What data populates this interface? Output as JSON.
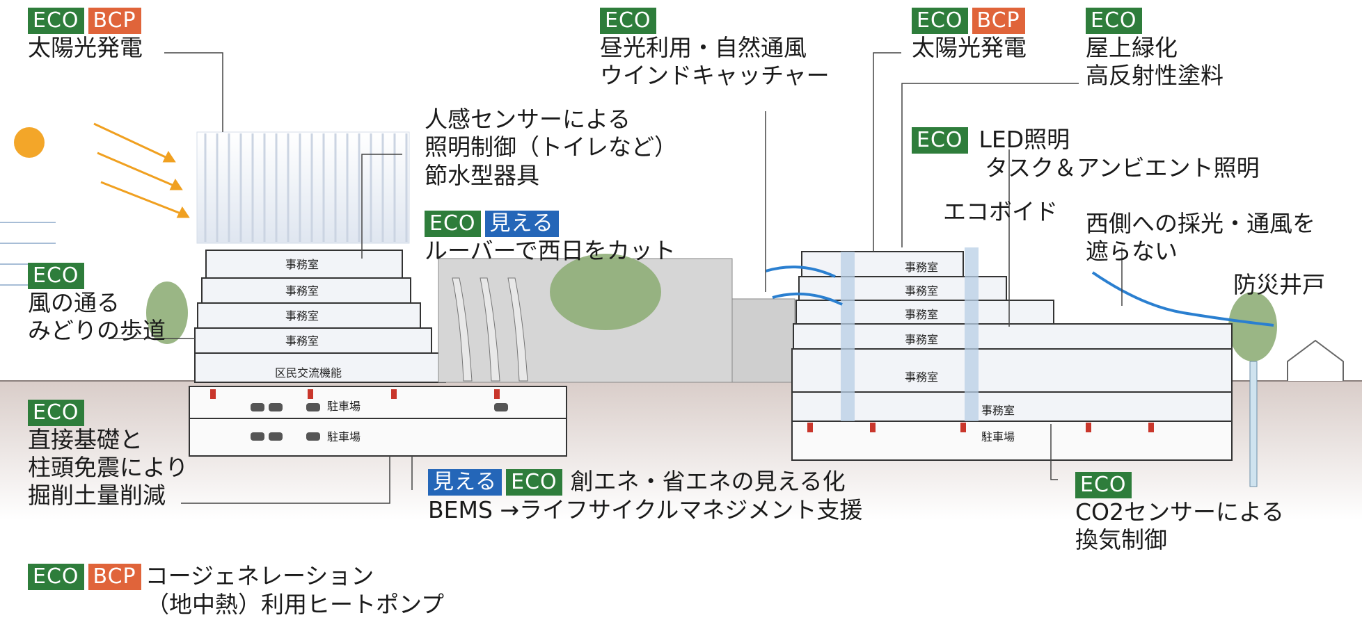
{
  "tags": {
    "eco": "ECO",
    "bcp": "BCP",
    "mieru": "見える"
  },
  "annotations": {
    "solar_left": "太陽光発電",
    "sensor": [
      "人感センサーによる",
      "照明制御（トイレなど）",
      "節水型器具"
    ],
    "louver": "ルーバーで西日をカット",
    "walkway": [
      "風の通る",
      "みどりの歩道"
    ],
    "foundation": [
      "直接基礎と",
      "柱頭免震により",
      "掘削土量削減"
    ],
    "cogen": [
      "コージェネレーション",
      "（地中熱）利用ヒートポンプ"
    ],
    "daylight": [
      "昼光利用・自然通風",
      "ウインドキャッチャー"
    ],
    "solar_right": "太陽光発電",
    "roof": [
      "屋上緑化",
      "高反射性塗料"
    ],
    "led": [
      "LED照明",
      "タスク＆アンビエント照明"
    ],
    "ecovoid": "エコボイド",
    "west": [
      "西側への採光・通風を",
      "遮らない"
    ],
    "well": "防災井戸",
    "bems": [
      "創エネ・省エネの見える化",
      "BEMS →ライフサイクルマネジメント支援"
    ],
    "co2": [
      "CO2センサーによる",
      "換気制御"
    ]
  },
  "rooms": {
    "office": "事務室",
    "parking": "駐車場",
    "exchange": "区民交流機能"
  },
  "colors": {
    "eco": "#2e7d3b",
    "bcp": "#e0643a",
    "mieru": "#2466b8",
    "sun": "#f0a020",
    "wind": "#2a7fd0",
    "ground": "#d8ccc8"
  }
}
